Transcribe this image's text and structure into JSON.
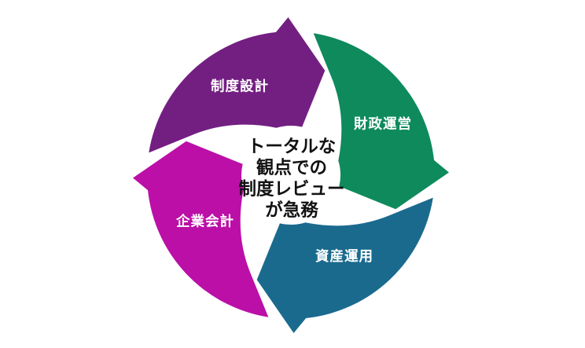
{
  "diagram": {
    "type": "cycle",
    "direction": "clockwise",
    "background_color": "#ffffff",
    "center_text": {
      "lines": [
        "トータルな",
        "観点での",
        "制度レビュー",
        "が急務"
      ],
      "color": "#111111"
    },
    "segments": [
      {
        "id": "seido-sekkei",
        "label": "制度設計",
        "color": "#731f82",
        "label_color": "#ffffff",
        "position": "top-left"
      },
      {
        "id": "zaisei-unei",
        "label": "財政運営",
        "color": "#0e8a5d",
        "label_color": "#ffffff",
        "position": "top-right"
      },
      {
        "id": "shisan-unyo",
        "label": "資産運用",
        "color": "#1a6a8e",
        "label_color": "#ffffff",
        "position": "bottom-right"
      },
      {
        "id": "kigyo-kaikei",
        "label": "企業会計",
        "color": "#bb0fa7",
        "label_color": "#ffffff",
        "position": "bottom-left"
      }
    ]
  }
}
